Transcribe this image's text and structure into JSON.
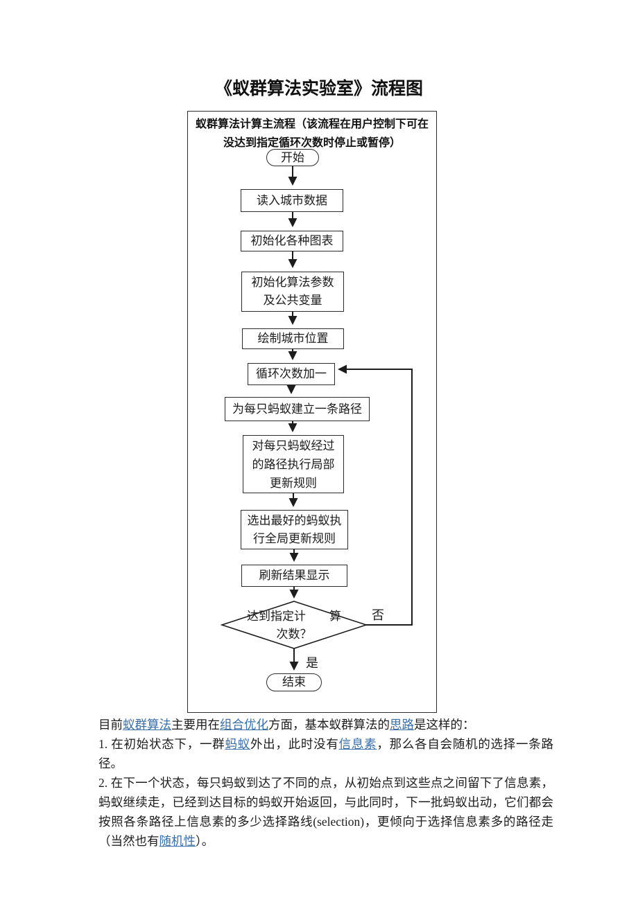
{
  "title": "《蚁群算法实验室》流程图",
  "colors": {
    "link_blue": "#3A6EA5",
    "ink": "#1c1c1c",
    "border": "#2b2b2b",
    "page_bg": "#ffffff"
  },
  "flowchart": {
    "header_lines": [
      "蚁群算法计算主流程（该流程在用户控制下可在",
      "没达到指定循环次数时停止或暂停）"
    ],
    "nodes": {
      "start": "开始",
      "read_city_data": "读入城市数据",
      "init_charts": "初始化各种图表",
      "init_params_lines": [
        "初始化算法参数",
        "及公共变量"
      ],
      "draw_city": "绘制城市位置",
      "loop_increment": "循环次数加一",
      "build_path": "为每只蚂蚁建立一条路径",
      "local_update_lines": [
        "对每只蚂蚁经过",
        "的路径执行局部",
        "更新规则"
      ],
      "global_update_lines": [
        "选出最好的蚂蚁执",
        "行全局更新规则"
      ],
      "refresh_display": "刷新结果显示",
      "decision_lines": [
        "达到指定计　　算",
        "次数？"
      ],
      "end": "结束"
    },
    "branch_no": "否",
    "branch_yes": "是"
  },
  "paragraphs": [
    [
      {
        "t": "目前"
      },
      {
        "t": "蚁群算法",
        "link": true
      },
      {
        "t": "主要用在"
      },
      {
        "t": "组合优化",
        "link": true
      },
      {
        "t": "方面，基本蚁群算法的"
      },
      {
        "t": "思路",
        "link": true
      },
      {
        "t": "是这样的："
      }
    ],
    [
      {
        "t": "1.  在初始状态下，一群"
      },
      {
        "t": "蚂蚁",
        "link": true
      },
      {
        "t": "外出，此时没有"
      },
      {
        "t": "信息素",
        "link": true
      },
      {
        "t": "，那么各自会随机的选择一条路径。"
      }
    ],
    [
      {
        "t": "2.  在下一个状态，每只蚂蚁到达了不同的点，从初始点到这些点之间留下了信息素，蚂蚁继续走，已经到达目标的蚂蚁开始返回，与此同时，下一批蚂蚁出动，它们都会按照各条路径上信息素的多少选择路线(selection)，更倾向于选择信息素多的路径走（当然也有"
      },
      {
        "t": "随机性",
        "link": true
      },
      {
        "t": "）。"
      }
    ]
  ]
}
